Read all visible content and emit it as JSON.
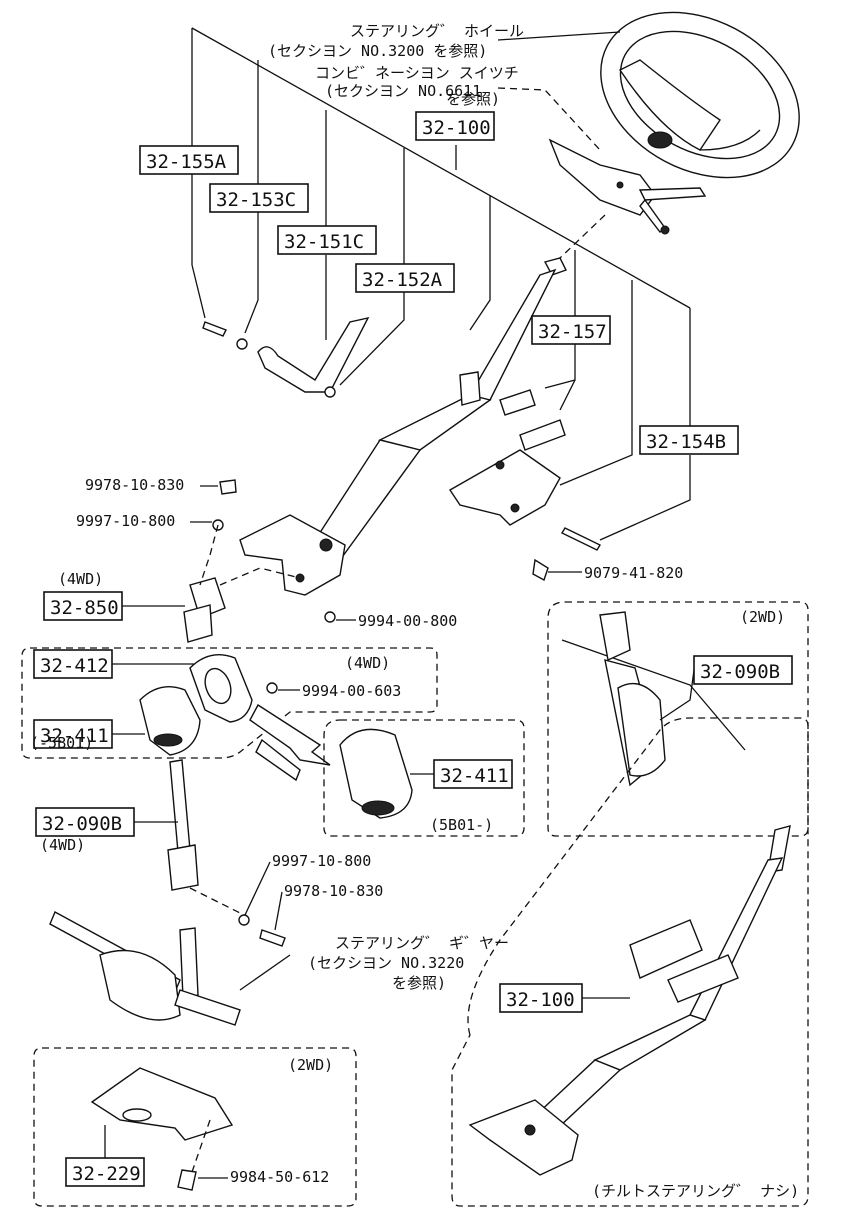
{
  "refs": {
    "wheel_1": "ステアリング゛ ホイール",
    "wheel_2": "(セクシヨン NO.3200 を参照)",
    "switch_1": "コンビ゛ネーシヨン スイツチ",
    "switch_2": "(セクシヨン NO.6611",
    "switch_3": "を参照)",
    "gear_1": "ステアリング゛ ギ゛ヤー",
    "gear_2": "(セクシヨン NO.3220",
    "gear_3": "を参照)"
  },
  "parts": {
    "p32_155A": "32-155A",
    "p32_153C": "32-153C",
    "p32_151C": "32-151C",
    "p32_152A": "32-152A",
    "p32_100a": "32-100",
    "p32_157": "32-157",
    "p32_154B": "32-154B",
    "p32_850": "32-850",
    "p32_412": "32-412",
    "p32_411a": "32-411",
    "p32_411b": "32-411",
    "p32_090Ba": "32-090B",
    "p32_090Bb": "32-090B",
    "p32_229": "32-229",
    "p32_100b": "32-100"
  },
  "codes": {
    "c1": "9978-10-830",
    "c2": "9997-10-800",
    "c3": "9994-00-800",
    "c4": "9079-41-820",
    "c5": "9994-00-603",
    "c6": "9997-10-800",
    "c7": "9978-10-830",
    "c8": "9984-50-612"
  },
  "tags": {
    "t_4wd_a": "(4WD)",
    "t_4wd_b": "(4WD)",
    "t_4wd_c": "(4WD)",
    "t_2wd_a": "(2WD)",
    "t_2wd_b": "(2WD)",
    "t_5b01_before": "(-5B01)",
    "t_5b01_after": "(5B01-)",
    "t_tilt": "(チルトステアリング゛ ナシ)"
  }
}
